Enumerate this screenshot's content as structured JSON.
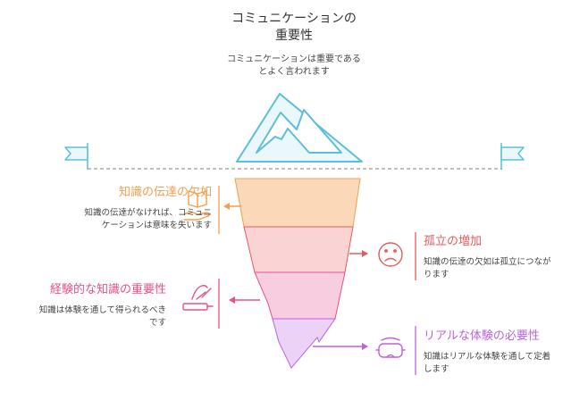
{
  "title": {
    "line1": "コミュニケーションの",
    "line2": "重要性"
  },
  "subtitle": {
    "line1": "コミュニケーションは重要である",
    "line2": "とよく言われます"
  },
  "items": [
    {
      "id": "knowledge-lack",
      "heading": "知識の伝達の欠如",
      "desc_line1": "知識の伝達がなければ、コミュニ",
      "desc_line2": "ケーションは意味を失います",
      "color": "#f0a050",
      "icon": "book-hand-icon"
    },
    {
      "id": "isolation",
      "heading": "孤立の増加",
      "desc_line1": "知識の伝達の欠如は孤立につなが",
      "desc_line2": "ります",
      "color": "#e85a5a",
      "icon": "sad-face-icon"
    },
    {
      "id": "experiential",
      "heading": "経験的な知識の重要性",
      "desc_line1": "知識は体験を通して得られるべき",
      "desc_line2": "です",
      "color": "#e8508a",
      "icon": "writing-hand-icon"
    },
    {
      "id": "real-experience",
      "heading": "リアルな体験の必要性",
      "desc_line1": "知識はリアルな体験を通して定着",
      "desc_line2": "します",
      "color": "#c060e0",
      "icon": "vr-headset-icon"
    }
  ],
  "colors": {
    "iceberg_stroke": "#5bbfd9",
    "iceberg_fill": "#eaf7fb",
    "layer1": "#fbd9b8",
    "layer2": "#fad4d4",
    "layer3": "#f9cde0",
    "layer4": "#ecd2f6"
  }
}
